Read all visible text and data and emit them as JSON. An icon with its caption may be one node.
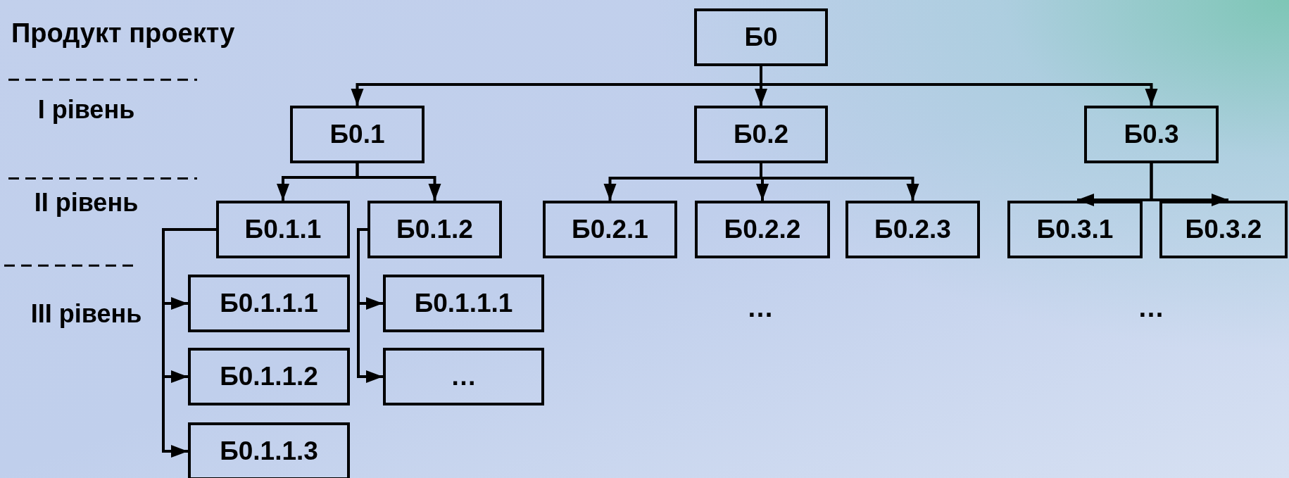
{
  "diagram": {
    "title": "Продукт проекту",
    "nodes": [
      {
        "text": [
          "Б0"
        ]
      },
      {
        "text": [
          "Б0.1"
        ]
      },
      {
        "text": [
          "Б0.2"
        ]
      },
      {
        "text": [
          "Б0.3"
        ]
      },
      {
        "text": [
          "Б0.1.1"
        ]
      },
      {
        "text": [
          "Б0.1.2"
        ]
      },
      {
        "text": [
          "Б0.2.1"
        ]
      },
      {
        "text": [
          "Б0.2.2"
        ]
      },
      {
        "text": [
          "Б0.2.3"
        ]
      },
      {
        "text": [
          "Б0.3.1"
        ]
      },
      {
        "text": [
          "Б0.3.2"
        ]
      },
      {
        "text": [
          "Б0.1.1.1"
        ]
      },
      {
        "text": [
          "Б0.1.1.2"
        ]
      },
      {
        "text": [
          "Б0.1.1.3"
        ]
      },
      {
        "text": [
          "Б0.1.1.1"
        ]
      },
      {
        "text": [
          "…"
        ]
      }
    ],
    "edges": [
      {
        "from": 0,
        "to": 1,
        "arrow": "to"
      },
      {
        "from": 0,
        "to": 2,
        "arrow": "to"
      },
      {
        "from": 0,
        "to": 3,
        "arrow": "to"
      },
      {
        "from": 1,
        "to": 4,
        "arrow": "to"
      },
      {
        "from": 1,
        "to": 5,
        "arrow": "to"
      },
      {
        "from": 2,
        "to": 6,
        "arrow": "to"
      },
      {
        "from": 2,
        "to": 7,
        "arrow": "to"
      },
      {
        "from": 2,
        "to": 8,
        "arrow": "to"
      },
      {
        "from": 3,
        "to": 9,
        "arrow": "to"
      },
      {
        "from": 3,
        "to": 10,
        "arrow": "to"
      },
      {
        "from": 4,
        "to": 11,
        "arrow": "to"
      },
      {
        "from": 4,
        "to": 12,
        "arrow": "to"
      },
      {
        "from": 4,
        "to": 13,
        "arrow": "to"
      },
      {
        "from": 5,
        "to": 14,
        "arrow": "to"
      },
      {
        "from": 5,
        "to": 15,
        "arrow": "to"
      }
    ],
    "labels": [
      "I рівень",
      "II рівень",
      "III рівень",
      "…",
      "…"
    ]
  }
}
